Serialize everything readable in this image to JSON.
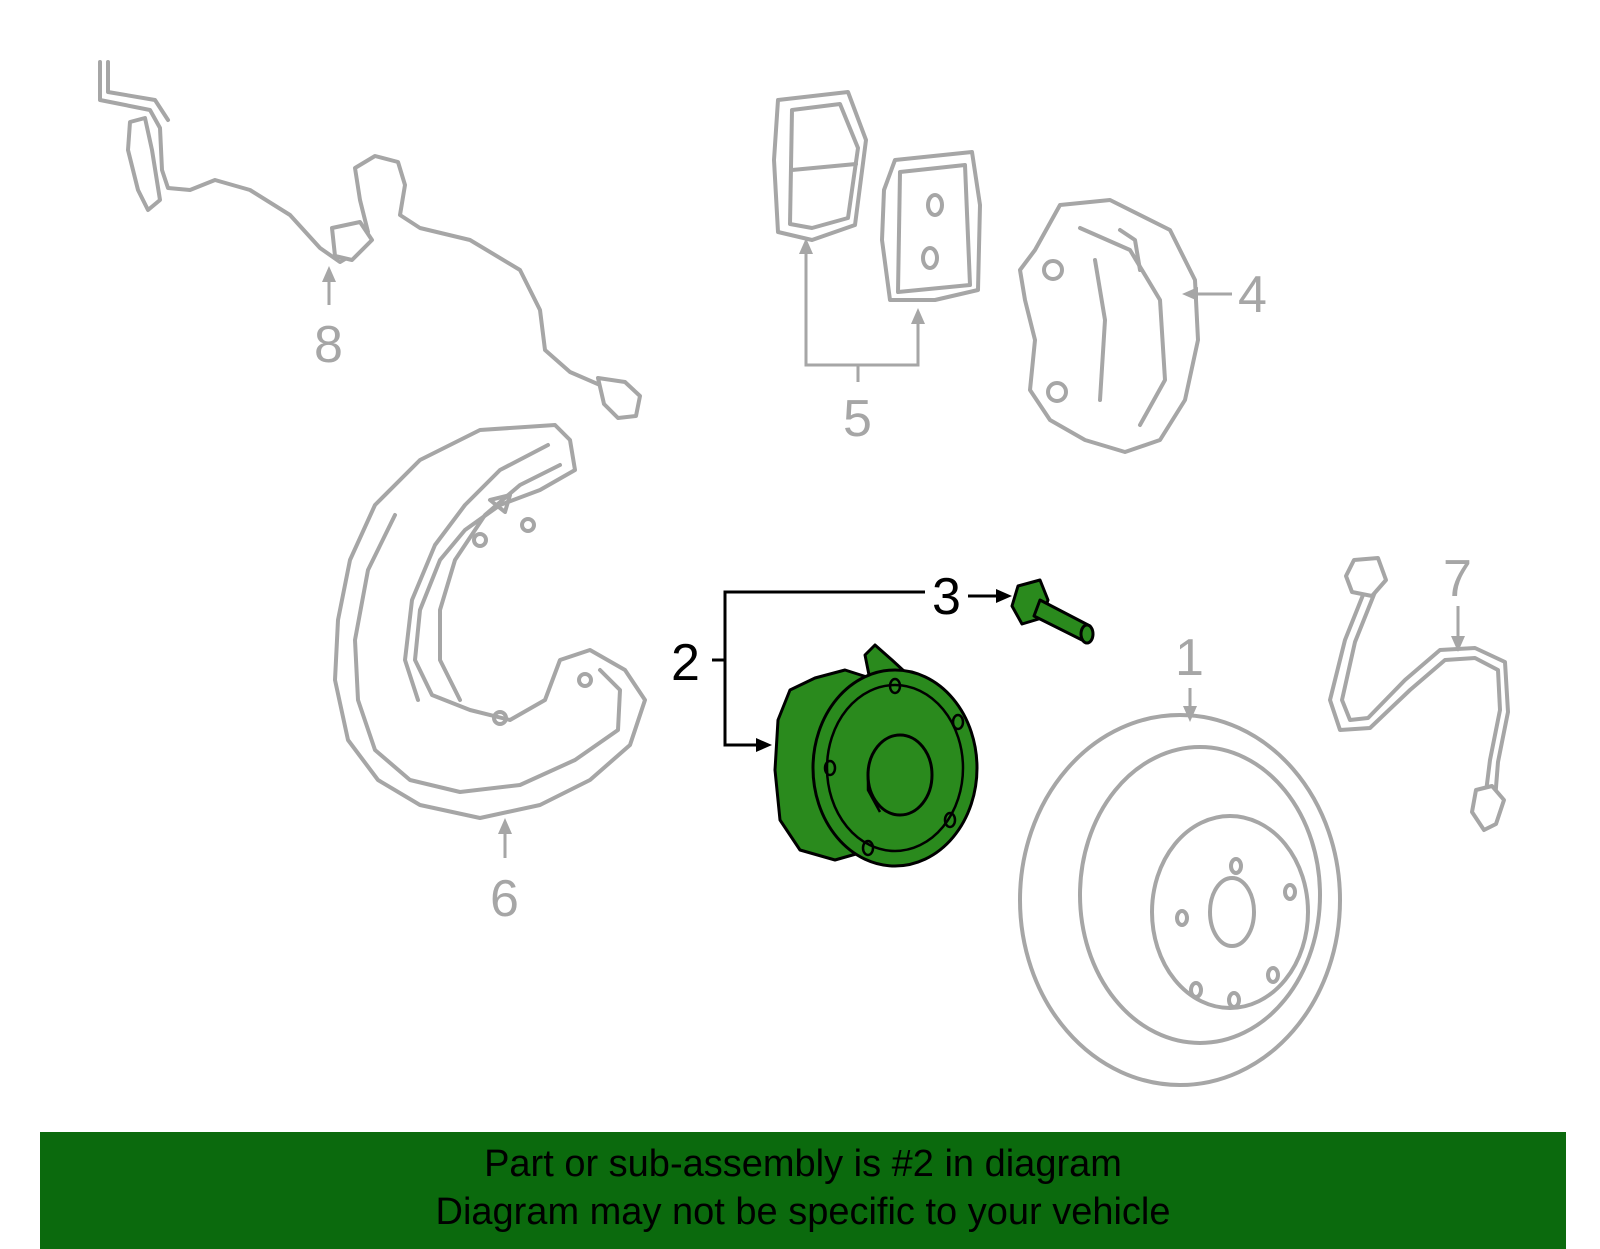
{
  "callouts": {
    "c1": "1",
    "c2": "2",
    "c3": "3",
    "c4": "4",
    "c5": "5",
    "c6": "6",
    "c7": "7",
    "c8": "8"
  },
  "highlight_color": "#2a8a1d",
  "banner": {
    "line1": "Part or sub-assembly is #2 in diagram",
    "line2": "Diagram may not be specific to your vehicle",
    "background": "#0b6a0d"
  }
}
